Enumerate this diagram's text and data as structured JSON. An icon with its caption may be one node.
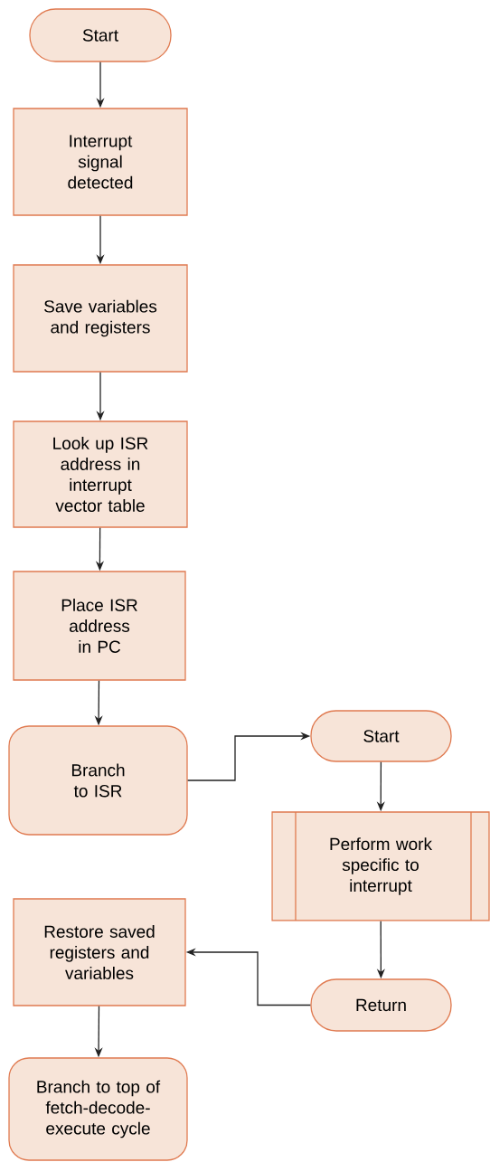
{
  "diagram": {
    "nodes": [
      {
        "text": [
          "Start"
        ]
      },
      {
        "text": [
          "Interrupt signal detected"
        ]
      },
      {
        "text": [
          "Save variables and registers"
        ]
      },
      {
        "text": [
          "Look up ISR address in interrupt vector table"
        ]
      },
      {
        "text": [
          "Place ISR address in PC"
        ]
      },
      {
        "text": [
          "Branch to ISR"
        ]
      },
      {
        "text": [
          "Start"
        ]
      },
      {
        "text": [
          "Perform work specific to interrupt"
        ]
      },
      {
        "text": [
          "Restore saved registers and variables"
        ]
      },
      {
        "text": [
          "Return"
        ]
      },
      {
        "text": [
          "Branch to top of fetch-decode-execute cycle"
        ]
      }
    ],
    "edges": [
      {
        "from": 0,
        "to": 1,
        "arrow": "to"
      },
      {
        "from": 1,
        "to": 2,
        "arrow": "to"
      },
      {
        "from": 2,
        "to": 3,
        "arrow": "to"
      },
      {
        "from": 3,
        "to": 4,
        "arrow": "to"
      },
      {
        "from": 4,
        "to": 5,
        "arrow": "to"
      },
      {
        "from": 5,
        "to": 6,
        "arrow": "to"
      },
      {
        "from": 6,
        "to": 7,
        "arrow": "to"
      },
      {
        "from": 7,
        "to": 9,
        "arrow": "to"
      },
      {
        "from": 9,
        "to": 8,
        "arrow": "to"
      },
      {
        "from": 8,
        "to": 10,
        "arrow": "to"
      }
    ]
  }
}
